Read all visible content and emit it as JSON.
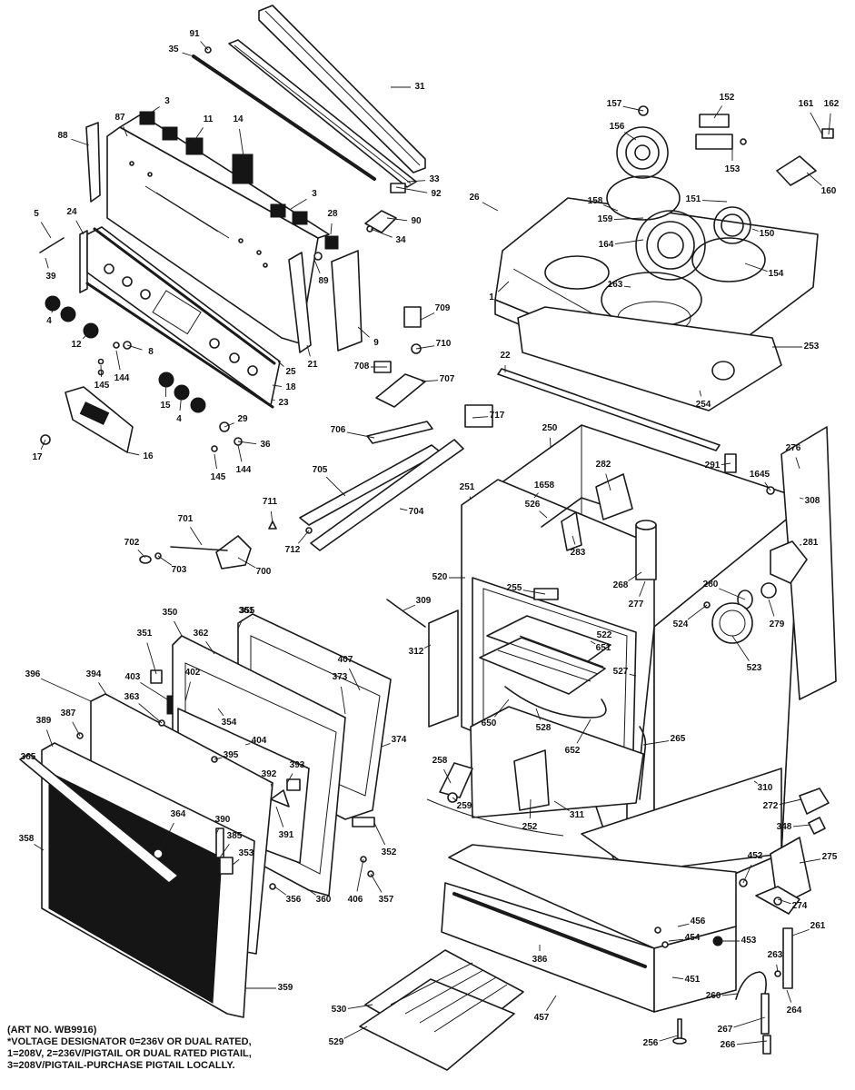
{
  "parts": [
    {
      "label": "91"
    },
    {
      "label": "35"
    },
    {
      "label": "31"
    },
    {
      "label": "3"
    },
    {
      "label": "87"
    },
    {
      "label": "11"
    },
    {
      "label": "14"
    },
    {
      "label": "88"
    },
    {
      "label": "33"
    },
    {
      "label": "92"
    },
    {
      "label": "3"
    },
    {
      "label": "26"
    },
    {
      "label": "24"
    },
    {
      "label": "5"
    },
    {
      "label": "28"
    },
    {
      "label": "90"
    },
    {
      "label": "34"
    },
    {
      "label": "39"
    },
    {
      "label": "89"
    },
    {
      "label": "4"
    },
    {
      "label": "12"
    },
    {
      "label": "8"
    },
    {
      "label": "144"
    },
    {
      "label": "145"
    },
    {
      "label": "9"
    },
    {
      "label": "21"
    },
    {
      "label": "25"
    },
    {
      "label": "18"
    },
    {
      "label": "23"
    },
    {
      "label": "15"
    },
    {
      "label": "4"
    },
    {
      "label": "29"
    },
    {
      "label": "36"
    },
    {
      "label": "144"
    },
    {
      "label": "145"
    },
    {
      "label": "16"
    },
    {
      "label": "17"
    },
    {
      "label": "709"
    },
    {
      "label": "710"
    },
    {
      "label": "708"
    },
    {
      "label": "707"
    },
    {
      "label": "706"
    },
    {
      "label": "705"
    },
    {
      "label": "704"
    },
    {
      "label": "711"
    },
    {
      "label": "712"
    },
    {
      "label": "701"
    },
    {
      "label": "702"
    },
    {
      "label": "703"
    },
    {
      "label": "700"
    },
    {
      "label": "157"
    },
    {
      "label": "152"
    },
    {
      "label": "161"
    },
    {
      "label": "162"
    },
    {
      "label": "156"
    },
    {
      "label": "153"
    },
    {
      "label": "160"
    },
    {
      "label": "158"
    },
    {
      "label": "151"
    },
    {
      "label": "159"
    },
    {
      "label": "150"
    },
    {
      "label": "164"
    },
    {
      "label": "154"
    },
    {
      "label": "163"
    },
    {
      "label": "1"
    },
    {
      "label": "253"
    },
    {
      "label": "22"
    },
    {
      "label": "254"
    },
    {
      "label": "717"
    },
    {
      "label": "250"
    },
    {
      "label": "276"
    },
    {
      "label": "291"
    },
    {
      "label": "1645"
    },
    {
      "label": "308"
    },
    {
      "label": "251"
    },
    {
      "label": "1658"
    },
    {
      "label": "282"
    },
    {
      "label": "526"
    },
    {
      "label": "283"
    },
    {
      "label": "281"
    },
    {
      "label": "268"
    },
    {
      "label": "280"
    },
    {
      "label": "279"
    },
    {
      "label": "277"
    },
    {
      "label": "520"
    },
    {
      "label": "255"
    },
    {
      "label": "309"
    },
    {
      "label": "524"
    },
    {
      "label": "522"
    },
    {
      "label": "312"
    },
    {
      "label": "651"
    },
    {
      "label": "523"
    },
    {
      "label": "527"
    },
    {
      "label": "528"
    },
    {
      "label": "650"
    },
    {
      "label": "652"
    },
    {
      "label": "265"
    },
    {
      "label": "258"
    },
    {
      "label": "259"
    },
    {
      "label": "252"
    },
    {
      "label": "311"
    },
    {
      "label": "310"
    },
    {
      "label": "272"
    },
    {
      "label": "348"
    },
    {
      "label": "275"
    },
    {
      "label": "452"
    },
    {
      "label": "274"
    },
    {
      "label": "456"
    },
    {
      "label": "454"
    },
    {
      "label": "453"
    },
    {
      "label": "261"
    },
    {
      "label": "386"
    },
    {
      "label": "263"
    },
    {
      "label": "451"
    },
    {
      "label": "260"
    },
    {
      "label": "264"
    },
    {
      "label": "457"
    },
    {
      "label": "267"
    },
    {
      "label": "266"
    },
    {
      "label": "256"
    },
    {
      "label": "530"
    },
    {
      "label": "529"
    },
    {
      "label": "350"
    },
    {
      "label": "361"
    },
    {
      "label": "355"
    },
    {
      "label": "351"
    },
    {
      "label": "362"
    },
    {
      "label": "396"
    },
    {
      "label": "394"
    },
    {
      "label": "403"
    },
    {
      "label": "407"
    },
    {
      "label": "373"
    },
    {
      "label": "402"
    },
    {
      "label": "363"
    },
    {
      "label": "387"
    },
    {
      "label": "354"
    },
    {
      "label": "389"
    },
    {
      "label": "404"
    },
    {
      "label": "374"
    },
    {
      "label": "395"
    },
    {
      "label": "365"
    },
    {
      "label": "392"
    },
    {
      "label": "393"
    },
    {
      "label": "364"
    },
    {
      "label": "390"
    },
    {
      "label": "391"
    },
    {
      "label": "358"
    },
    {
      "label": "385"
    },
    {
      "label": "353"
    },
    {
      "label": "352"
    },
    {
      "label": "356"
    },
    {
      "label": "360"
    },
    {
      "label": "406"
    },
    {
      "label": "357"
    },
    {
      "label": "359"
    }
  ],
  "notes": [
    "(ART NO. WB9916)",
    "*VOLTAGE DESIGNATOR 0=236V OR DUAL RATED,",
    "1=208V, 2=236V/PIGTAIL OR DUAL RATED PIGTAIL,",
    "3=208V/PIGTAIL-PURCHASE PIGTAIL LOCALLY."
  ]
}
